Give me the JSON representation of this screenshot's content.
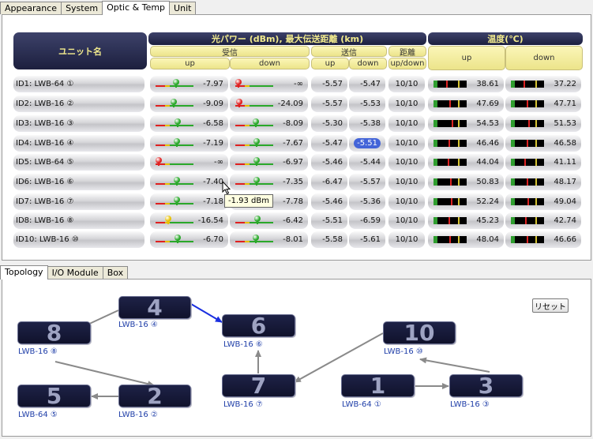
{
  "top_tabs": [
    "Appearance",
    "System",
    "Optic & Temp",
    "Unit"
  ],
  "top_active": 2,
  "header": {
    "unit_name": "ユニット名",
    "optic_power": "光パワー (dBm), 最大伝送距離 (km)",
    "rx": "受信",
    "tx": "送信",
    "distance": "距離",
    "temperature": "温度(℃)",
    "up": "up",
    "down": "down",
    "updown": "up/down"
  },
  "rows": [
    {
      "name": "ID1: LWB-64 ①",
      "rx_up": "-7.97",
      "rx_down": "-∞",
      "tx_up": "-5.57",
      "tx_down": "-5.47",
      "dist": "10/10",
      "t_up": "38.61",
      "t_down": "37.22",
      "rx_up_level": 0.45,
      "rx_up_status": "green",
      "rx_down_level": 0.0,
      "rx_down_status": "red",
      "t_up_level": 0.39,
      "t_down_level": 0.37,
      "tx_down_highlight": false
    },
    {
      "name": "ID2: LWB-16 ②",
      "rx_up": "-9.09",
      "rx_down": "-24.09",
      "tx_up": "-5.57",
      "tx_down": "-5.53",
      "dist": "10/10",
      "t_up": "47.69",
      "t_down": "47.71",
      "rx_up_level": 0.4,
      "rx_up_status": "green",
      "rx_down_level": 0.02,
      "rx_down_status": "red",
      "t_up_level": 0.48,
      "t_down_level": 0.48,
      "tx_down_highlight": false
    },
    {
      "name": "ID3: LWB-16 ③",
      "rx_up": "-6.58",
      "rx_down": "-8.09",
      "tx_up": "-5.30",
      "tx_down": "-5.38",
      "dist": "10/10",
      "t_up": "54.53",
      "t_down": "51.53",
      "rx_up_level": 0.5,
      "rx_up_status": "green",
      "rx_down_level": 0.45,
      "rx_down_status": "green",
      "t_up_level": 0.55,
      "t_down_level": 0.52,
      "tx_down_highlight": false
    },
    {
      "name": "ID4: LWB-16 ④",
      "rx_up": "-7.19",
      "rx_down": "-7.67",
      "tx_up": "-5.47",
      "tx_down": "-5.51",
      "dist": "10/10",
      "t_up": "46.46",
      "t_down": "46.58",
      "rx_up_level": 0.48,
      "rx_up_status": "green",
      "rx_down_level": 0.47,
      "rx_down_status": "green",
      "t_up_level": 0.46,
      "t_down_level": 0.47,
      "tx_down_highlight": true
    },
    {
      "name": "ID5: LWB-64 ⑤",
      "rx_up": "-∞",
      "rx_down": "-6.97",
      "tx_up": "-5.46",
      "tx_down": "-5.44",
      "dist": "10/10",
      "t_up": "44.04",
      "t_down": "41.11",
      "rx_up_level": 0.0,
      "rx_up_status": "red",
      "rx_down_level": 0.48,
      "rx_down_status": "green",
      "t_up_level": 0.44,
      "t_down_level": 0.41,
      "tx_down_highlight": false
    },
    {
      "name": "ID6: LWB-16 ⑥",
      "rx_up": "-7.40",
      "rx_down": "-7.35",
      "tx_up": "-6.47",
      "tx_down": "-5.57",
      "dist": "10/10",
      "t_up": "50.83",
      "t_down": "48.17",
      "rx_up_level": 0.47,
      "rx_up_status": "green",
      "rx_down_level": 0.47,
      "rx_down_status": "green",
      "t_up_level": 0.51,
      "t_down_level": 0.48,
      "tx_down_highlight": false
    },
    {
      "name": "ID7: LWB-16 ⑦",
      "rx_up": "-7.18",
      "rx_down": "-7.78",
      "tx_up": "-5.46",
      "tx_down": "-5.36",
      "dist": "10/10",
      "t_up": "52.24",
      "t_down": "49.04",
      "rx_up_level": 0.48,
      "rx_up_status": "green",
      "rx_down_level": 0.46,
      "rx_down_status": "green",
      "t_up_level": 0.52,
      "t_down_level": 0.49,
      "tx_down_highlight": false
    },
    {
      "name": "ID8: LWB-16 ⑧",
      "rx_up": "-16.54",
      "rx_down": "-6.42",
      "tx_up": "-5.51",
      "tx_down": "-6.59",
      "dist": "10/10",
      "t_up": "45.23",
      "t_down": "42.74",
      "rx_up_level": 0.25,
      "rx_up_status": "yellow",
      "rx_down_level": 0.5,
      "rx_down_status": "green",
      "t_up_level": 0.45,
      "t_down_level": 0.43,
      "tx_down_highlight": false
    },
    {
      "name": "ID10: LWB-16 ⑩",
      "rx_up": "-6.70",
      "rx_down": "-8.01",
      "tx_up": "-5.58",
      "tx_down": "-5.61",
      "dist": "10/10",
      "t_up": "48.04",
      "t_down": "46.66",
      "rx_up_level": 0.5,
      "rx_up_status": "green",
      "rx_down_level": 0.45,
      "rx_down_status": "green",
      "t_up_level": 0.48,
      "t_down_level": 0.47,
      "tx_down_highlight": false
    }
  ],
  "tooltip": "-1.93 dBm",
  "bottom_tabs": [
    "Topology",
    "I/O Module",
    "Box"
  ],
  "bottom_active": 0,
  "reset_label": "リセット",
  "nodes": [
    {
      "num": "4",
      "label": "LWB-16 ④"
    },
    {
      "num": "8",
      "label": "LWB-16 ⑧"
    },
    {
      "num": "6",
      "label": "LWB-16 ⑥"
    },
    {
      "num": "10",
      "label": "LWB-16 ⑩"
    },
    {
      "num": "5",
      "label": "LWB-64 ⑤"
    },
    {
      "num": "2",
      "label": "LWB-16 ②"
    },
    {
      "num": "7",
      "label": "LWB-16 ⑦"
    },
    {
      "num": "1",
      "label": "LWB-64 ①"
    },
    {
      "num": "3",
      "label": "LWB-16 ③"
    }
  ],
  "colors": {
    "header_dark": "#1c1f3e",
    "header_text": "#f1ea8d",
    "node_bg": "#10122b",
    "link_gray": "#8a8a8a",
    "link_active": "#1a2fe0",
    "highlight": "#4364d8"
  }
}
